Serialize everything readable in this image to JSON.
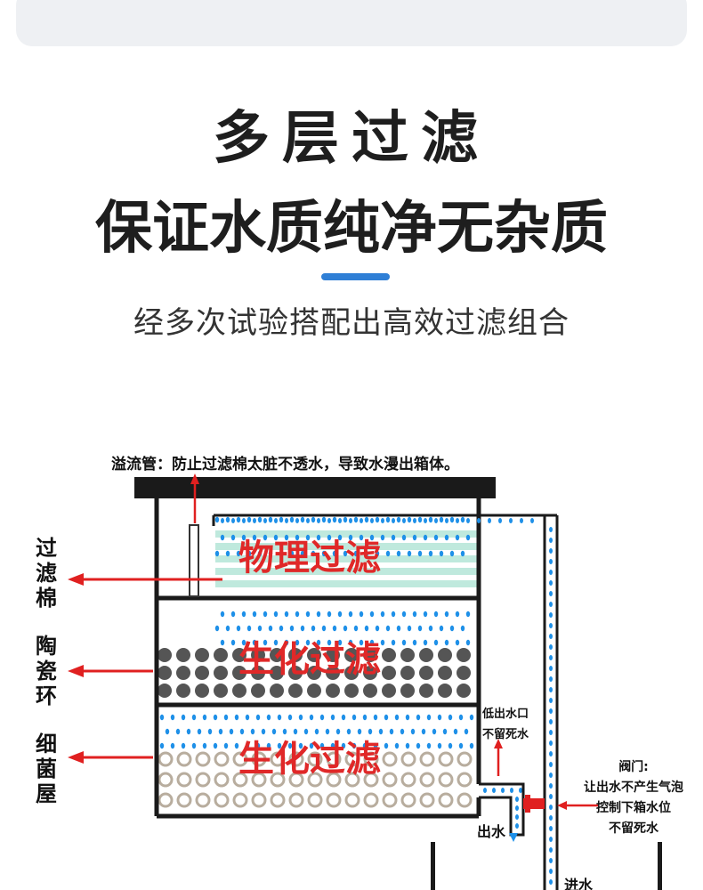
{
  "header": {
    "title_line1": "多层过滤",
    "title_line2": "保证水质纯净无杂质",
    "subtitle": "经多次试验搭配出高效过滤组合"
  },
  "diagram": {
    "overflow_note": "溢流管：防止过滤棉太脏不透水，导致水漫出箱体。",
    "layers": [
      {
        "name": "物理过滤"
      },
      {
        "name": "生化过滤"
      },
      {
        "name": "生化过滤"
      }
    ],
    "side_labels": [
      {
        "text": "过滤棉"
      },
      {
        "text": "陶瓷环"
      },
      {
        "text": "细菌屋"
      }
    ],
    "low_outlet_line1": "低出水口",
    "low_outlet_line2": "不留死水",
    "outlet_label": "出水",
    "inlet_label": "进水",
    "valve_title": "阀门:",
    "valve_line1": "让出水不产生气泡",
    "valve_line2": "控制下箱水位",
    "valve_line3": "不留死水"
  },
  "colors": {
    "arrow_red": "#e02020",
    "divider_blue": "#2f7fd6",
    "water_blue": "#1e90e8",
    "ceramic_gray": "#555555",
    "label_red": "#e02828"
  }
}
